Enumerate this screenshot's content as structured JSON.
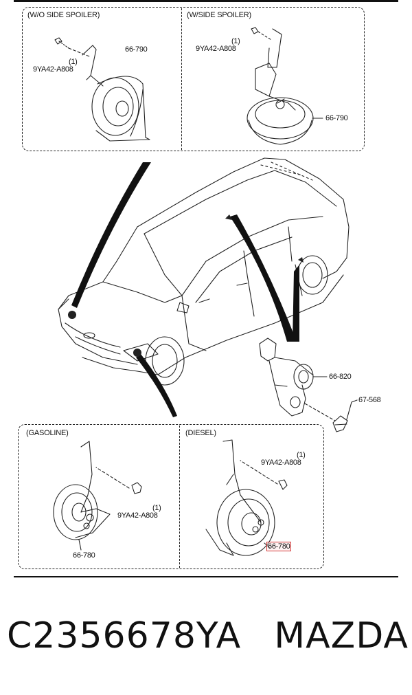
{
  "panels": {
    "wo_side_spoiler": {
      "title": "(W/O SIDE SPOILER)",
      "bolt_code": "9YA42-A808",
      "bolt_qty": "(1)",
      "horn_part": "66-790"
    },
    "w_side_spoiler": {
      "title": "(W/SIDE SPOILER)",
      "bolt_code": "9YA42-A808",
      "bolt_qty": "(1)",
      "horn_part": "66-790"
    },
    "gasoline": {
      "title": "(GASOLINE)",
      "bolt_code": "9YA42-A808",
      "bolt_qty": "(1)",
      "horn_part": "66-780"
    },
    "diesel": {
      "title": "(DIESEL)",
      "bolt_code": "9YA42-A808",
      "bolt_qty": "(1)",
      "horn_part": "66-780"
    }
  },
  "center": {
    "sensor_part": "66-820",
    "screw_part": "67-568"
  },
  "caption": {
    "part_number": "C2356678YA",
    "brand": "MAZDA"
  },
  "colors": {
    "line": "#111111",
    "highlight": "#d43a3a"
  }
}
